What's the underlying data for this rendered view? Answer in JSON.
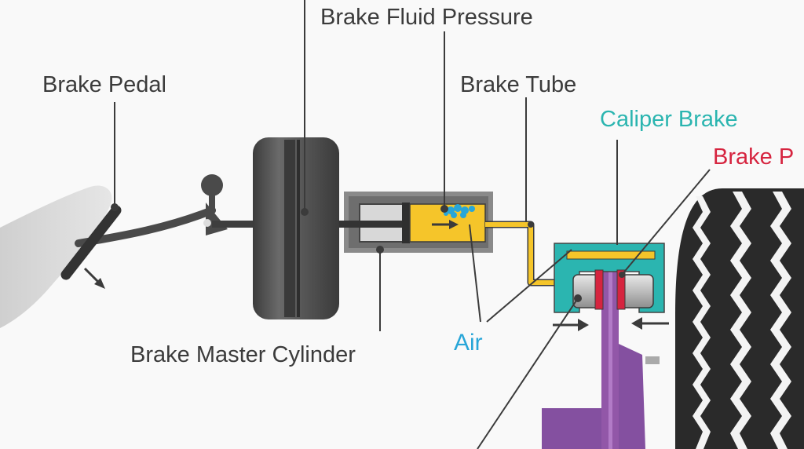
{
  "labels": {
    "brake_fluid_pressure": "Brake Fluid Pressure",
    "brake_pedal": "Brake Pedal",
    "brake_tube": "Brake Tube",
    "caliper_brake": "Caliper Brake",
    "brake_pad": "Brake P",
    "air": "Air",
    "brake_master_cylinder": "Brake Master Cylinder"
  },
  "colors": {
    "text_dark": "#3b3b3b",
    "caliper": "#2bb5b0",
    "brake_pad": "#d6243f",
    "air": "#28a6d8",
    "fluid": "#f5c52a",
    "rotor": "#9257a8",
    "booster": "#4b4b4b",
    "cylinder_body": "#7f7f7f",
    "tire": "#2a2a2a"
  }
}
